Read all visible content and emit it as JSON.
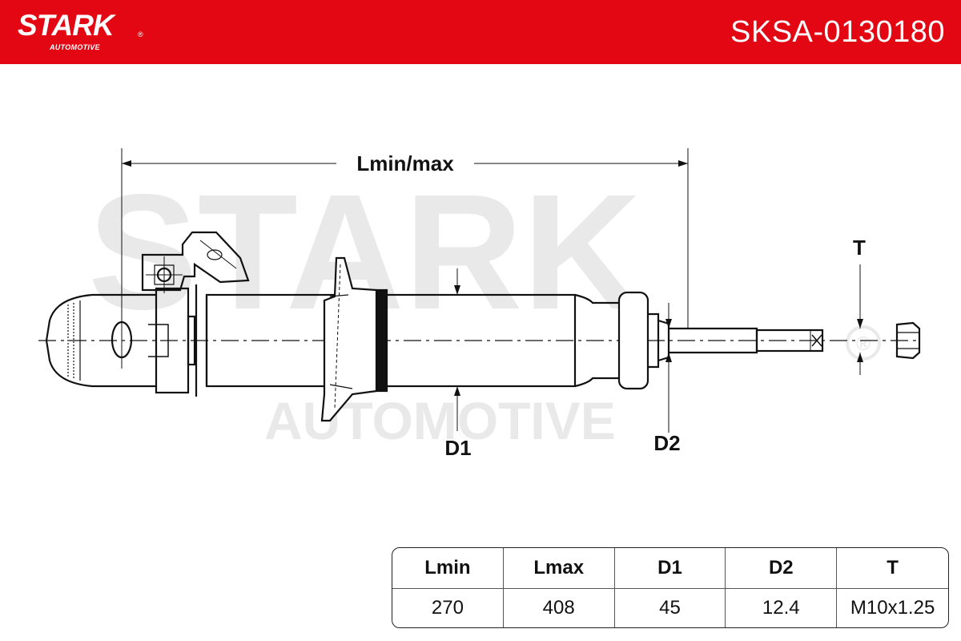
{
  "header": {
    "brand": "STARK",
    "brand_mark": "®",
    "brand_sub": "AUTOMOTIVE",
    "part_number": "SKSA-0130180",
    "background_color": "#e30613"
  },
  "watermark": {
    "main": "STARK",
    "sub": "AUTOMOTIVE",
    "mark": "®"
  },
  "drawing": {
    "labels": {
      "length": "Lmin/max",
      "d1": "D1",
      "d2": "D2",
      "thread": "T"
    }
  },
  "specs": {
    "headers": [
      "Lmin",
      "Lmax",
      "D1",
      "D2",
      "T"
    ],
    "values": [
      "270",
      "408",
      "45",
      "12.4",
      "M10x1.25"
    ]
  }
}
